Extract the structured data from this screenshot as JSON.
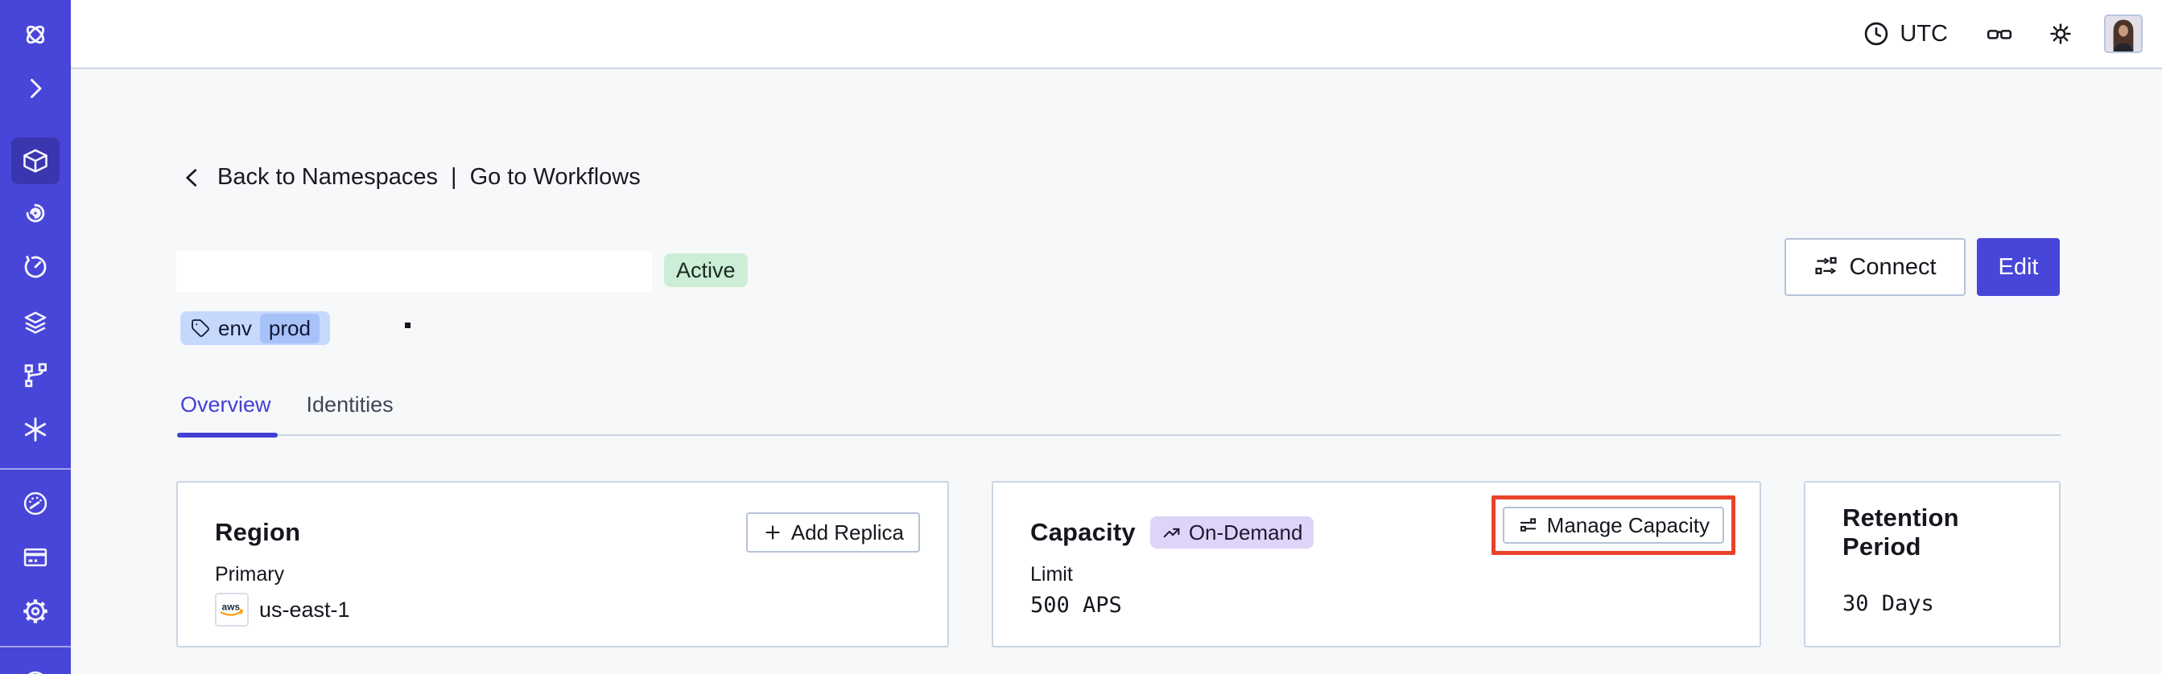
{
  "topbar": {
    "timezone": "UTC",
    "icons": [
      "clock-icon",
      "glasses-icon",
      "brightness-icon",
      "user-avatar"
    ]
  },
  "sidebar": {
    "items": [
      {
        "icon": "temporal-logo"
      },
      {
        "icon": "chevron-right-expand"
      },
      {
        "icon": "namespaces-cube",
        "active": true
      },
      {
        "icon": "spiral"
      },
      {
        "icon": "schedules-clock"
      },
      {
        "icon": "deployments-layers"
      },
      {
        "icon": "pipeline-branch"
      },
      {
        "icon": "nexus-asterisk"
      },
      {
        "icon": "usage-gauge"
      },
      {
        "icon": "billing-card"
      },
      {
        "icon": "settings-gear"
      },
      {
        "icon": "help-circle-partial"
      }
    ]
  },
  "breadcrumb": {
    "back": "Back to Namespaces",
    "separator": "|",
    "forward": "Go to Workflows"
  },
  "namespace": {
    "status": "Active",
    "tag_key": "env",
    "tag_value": "prod"
  },
  "actions": {
    "connect": "Connect",
    "edit": "Edit"
  },
  "tabs": [
    {
      "label": "Overview",
      "active": true
    },
    {
      "label": "Identities",
      "active": false
    }
  ],
  "cards": {
    "region": {
      "title": "Region",
      "add_replica": "Add Replica",
      "label": "Primary",
      "provider": "aws",
      "value": "us-east-1"
    },
    "capacity": {
      "title": "Capacity",
      "badge": "On-Demand",
      "manage": "Manage Capacity",
      "label": "Limit",
      "value": "500 APS"
    },
    "retention": {
      "title": "Retention Period",
      "value": "30 Days"
    }
  },
  "colors": {
    "brand": "#4845d9",
    "brand_active": "#3a36b0",
    "accent": "#4440d4",
    "bg": "#f7f8fa",
    "border": "#cbd5e3",
    "button_border": "#b6c2d8",
    "text": "#15161e",
    "green_badge": "#cdeed6",
    "tag_bg": "#c6d9fd",
    "tag_chip": "#a7c2f8",
    "purple_badge": "#ded3f9",
    "annotation_red": "#e8432a",
    "aws_orange": "#ff9900"
  }
}
